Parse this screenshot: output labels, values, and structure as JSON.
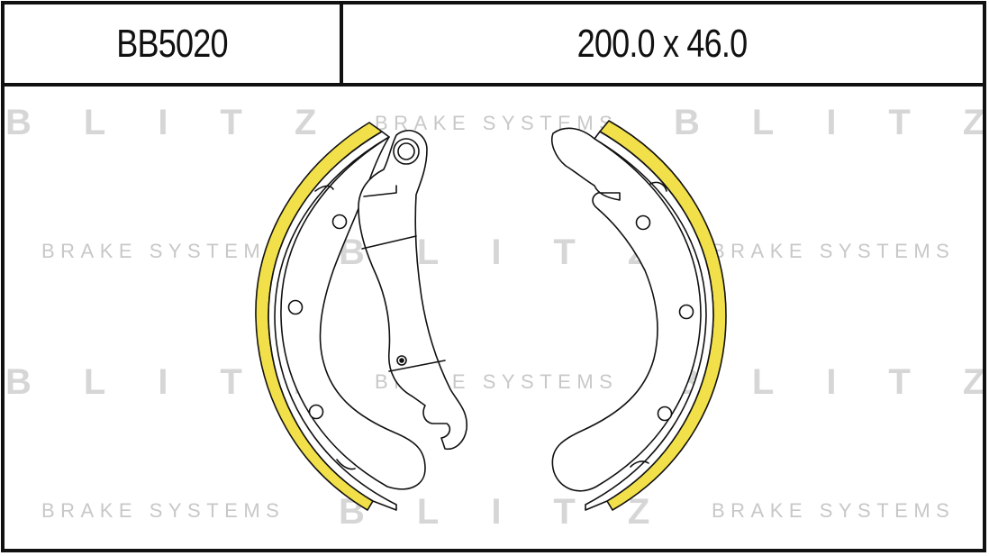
{
  "header": {
    "part_number": "BB5020",
    "dimensions": "200.0 x 46.0"
  },
  "watermark": {
    "brand": "BLITZ",
    "tagline": "BRAKE SYSTEMS"
  },
  "colors": {
    "lining": "#f2e04b",
    "outline": "#111111",
    "watermark": "#d6d6d6"
  }
}
